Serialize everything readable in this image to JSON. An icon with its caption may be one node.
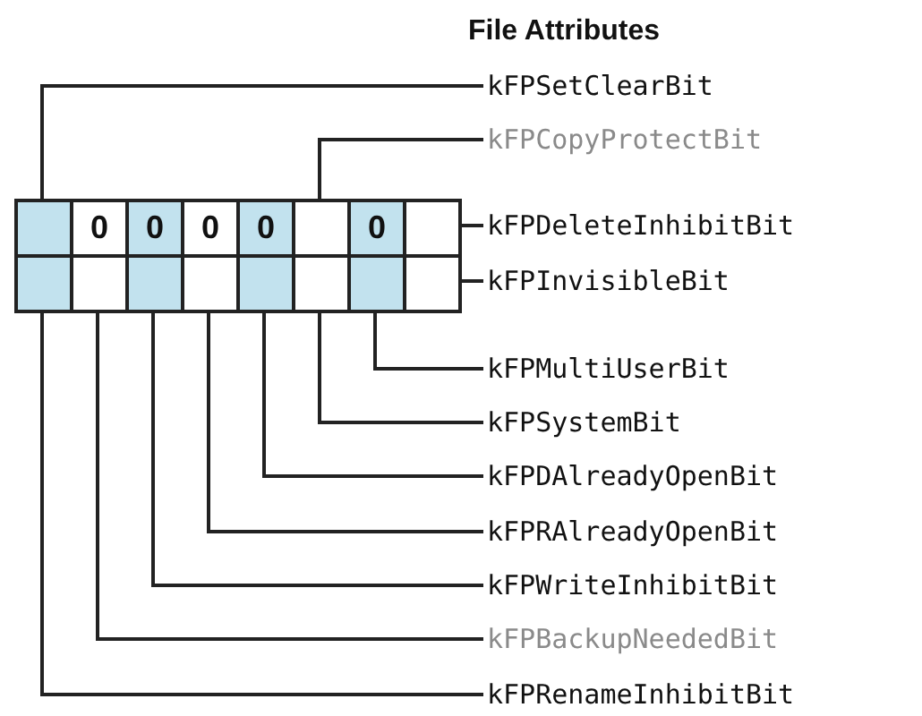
{
  "diagram": {
    "title": "File Attributes",
    "nodes": [
      {
        "text": [],
        "shape": "box"
      },
      {
        "text": [
          "0"
        ]
      },
      {
        "text": [
          "0"
        ]
      },
      {
        "text": [
          "0"
        ]
      },
      {
        "text": [
          "0"
        ]
      },
      {
        "text": [],
        "shape": "box"
      },
      {
        "text": [
          "0"
        ]
      },
      {
        "text": [],
        "shape": "box"
      },
      {
        "text": [],
        "shape": "box"
      },
      {
        "text": [],
        "shape": "box"
      },
      {
        "text": [],
        "shape": "box"
      },
      {
        "text": [],
        "shape": "box"
      },
      {
        "text": [],
        "shape": "box"
      },
      {
        "text": [],
        "shape": "box"
      },
      {
        "text": [],
        "shape": "box"
      },
      {
        "text": [],
        "shape": "box"
      },
      {
        "text": [
          "kFPSetClearBit"
        ]
      },
      {
        "text": [
          "kFPCopyProtectBit"
        ]
      },
      {
        "text": [
          "kFPDeleteInhibitBit"
        ]
      },
      {
        "text": [
          "kFPInvisibleBit"
        ]
      },
      {
        "text": [
          "kFPMultiUserBit"
        ]
      },
      {
        "text": [
          "kFPSystemBit"
        ]
      },
      {
        "text": [
          "kFPDAlreadyOpenBit"
        ]
      },
      {
        "text": [
          "kFPRAlreadyOpenBit"
        ]
      },
      {
        "text": [
          "kFPWriteInhibitBit"
        ]
      },
      {
        "text": [
          "kFPBackupNeededBit"
        ]
      },
      {
        "text": [
          "kFPRenameInhibitBit"
        ]
      }
    ],
    "edges": [
      {
        "from": 16,
        "to": 0,
        "arrow": "none"
      },
      {
        "from": 17,
        "to": 5,
        "arrow": "none"
      },
      {
        "from": 18,
        "to": 7,
        "arrow": "none"
      },
      {
        "from": 19,
        "to": 15,
        "arrow": "none"
      },
      {
        "from": 20,
        "to": 14,
        "arrow": "none"
      },
      {
        "from": 21,
        "to": 13,
        "arrow": "none"
      },
      {
        "from": 22,
        "to": 12,
        "arrow": "none"
      },
      {
        "from": 23,
        "to": 11,
        "arrow": "none"
      },
      {
        "from": 24,
        "to": 10,
        "arrow": "none"
      },
      {
        "from": 25,
        "to": 9,
        "arrow": "none"
      },
      {
        "from": 26,
        "to": 8,
        "arrow": "none"
      }
    ]
  }
}
